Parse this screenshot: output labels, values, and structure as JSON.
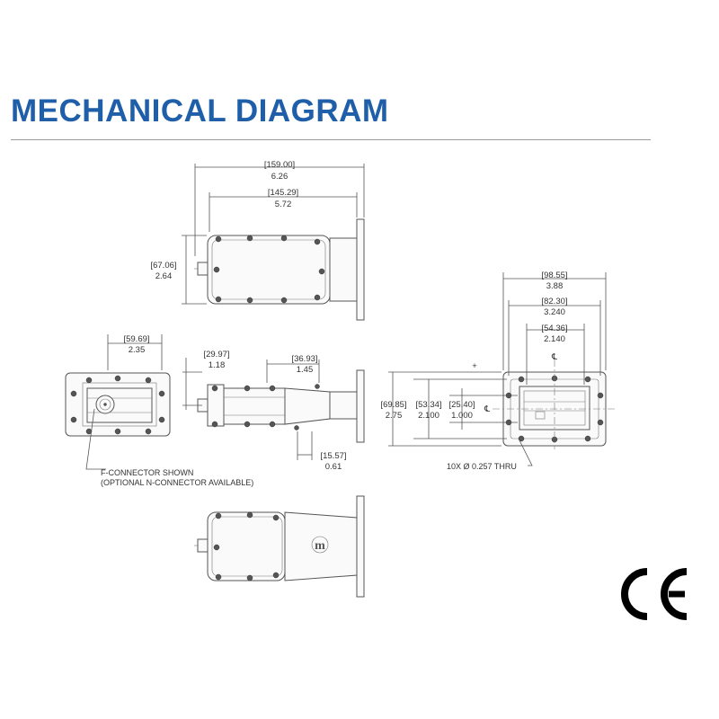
{
  "title": {
    "text": "MECHANICAL DIAGRAM",
    "color": "#1f5ea8"
  },
  "dimensions": {
    "overall_length": {
      "mm": "159.00",
      "in": "6.26"
    },
    "housing_length": {
      "mm": "145.29",
      "in": "5.72"
    },
    "housing_height": {
      "mm": "67.06",
      "in": "2.64"
    },
    "front_width": {
      "mm": "59.69",
      "in": "2.35"
    },
    "connector_offset": {
      "mm": "29.97",
      "in": "1.18"
    },
    "transition_length": {
      "mm": "36.93",
      "in": "1.45"
    },
    "flange_thickness": {
      "mm": "15.57",
      "in": "0.61"
    },
    "flange_width": {
      "mm": "98.55",
      "in": "3.88"
    },
    "flange_hole_span": {
      "mm": "82.30",
      "in": "3.240"
    },
    "waveguide_width": {
      "mm": "54.36",
      "in": "2.140"
    },
    "flange_height": {
      "mm": "69.85",
      "in": "2.75"
    },
    "flange_hole_height": {
      "mm": "53.34",
      "in": "2.100"
    },
    "waveguide_height": {
      "mm": "25.40",
      "in": "1.000"
    }
  },
  "notes": {
    "connector": "F-CONNECTOR SHOWN",
    "connector_option": "(OPTIONAL N-CONNECTOR AVAILABLE)",
    "holes": "10X Ø 0.257 THRU"
  },
  "symbols": {
    "centerline": "℄",
    "logo": "m",
    "cross": "+"
  },
  "ce_mark": "CE"
}
